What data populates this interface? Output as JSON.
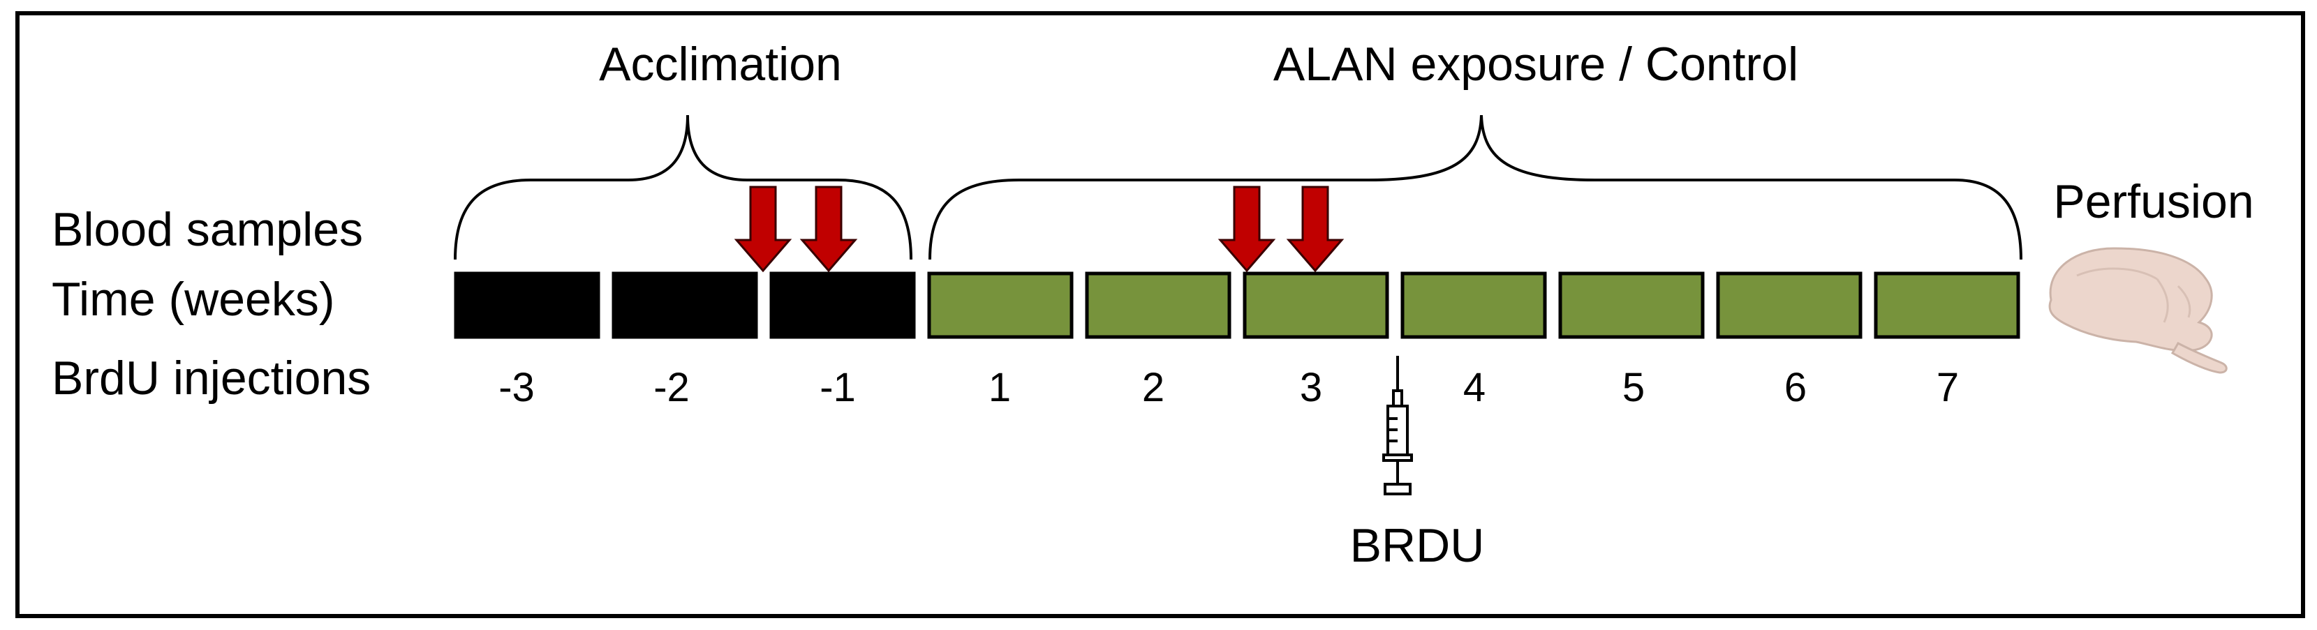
{
  "row_labels": {
    "blood": "Blood samples",
    "time": "Time (weeks)",
    "brdu": "BrdU injections"
  },
  "phases": {
    "acclimation": "Acclimation",
    "exposure": "ALAN exposure / Control"
  },
  "end_label": "Perfusion",
  "syringe_label": "BRDU",
  "weeks": [
    {
      "label": "-3",
      "phase": "acclimation"
    },
    {
      "label": "-2",
      "phase": "acclimation"
    },
    {
      "label": "-1",
      "phase": "acclimation"
    },
    {
      "label": "1",
      "phase": "exposure"
    },
    {
      "label": "2",
      "phase": "exposure"
    },
    {
      "label": "3",
      "phase": "exposure"
    },
    {
      "label": "4",
      "phase": "exposure"
    },
    {
      "label": "5",
      "phase": "exposure"
    },
    {
      "label": "6",
      "phase": "exposure"
    },
    {
      "label": "7",
      "phase": "exposure"
    }
  ],
  "colors": {
    "acclimation": "#000000",
    "exposure": "#77933c",
    "arrow": "#c00000",
    "brain": "#ecd6cc"
  },
  "icons": {
    "arrow": "down-arrow-icon",
    "syringe": "syringe-icon",
    "brain": "brain-icon"
  }
}
